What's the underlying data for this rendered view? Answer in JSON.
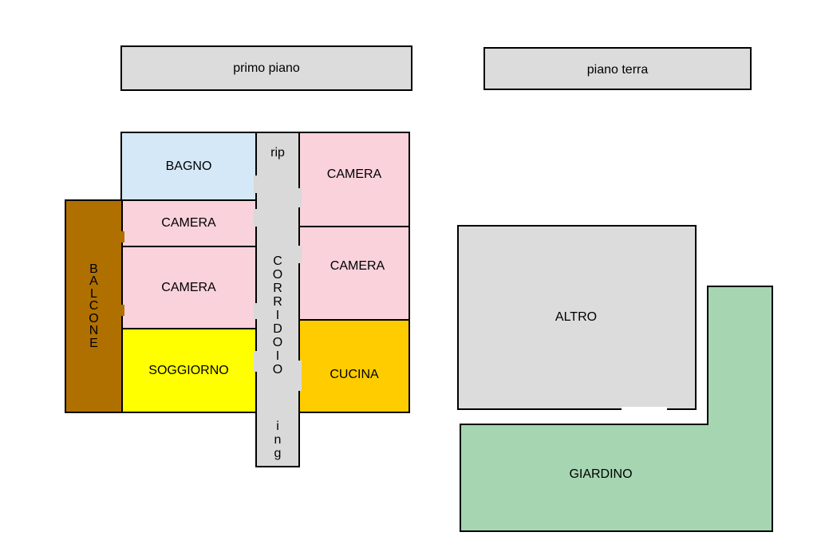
{
  "headers": {
    "first_floor": "primo piano",
    "ground_floor": "piano terra"
  },
  "rooms": {
    "bagno": "BAGNO",
    "camera_1": "CAMERA",
    "camera_2": "CAMERA",
    "camera_3": "CAMERA",
    "camera_4": "CAMERA",
    "soggiorno": "SOGGIORNO",
    "cucina": "CUCINA",
    "ripostiglio": "rip",
    "corridoio": "CORRIDOIO",
    "ingresso": "ing",
    "balcone": "BALCONE",
    "altro": "ALTRO",
    "giardino": "GIARDINO"
  },
  "colors": {
    "bagno": "#d4e8f7",
    "camera": "#f9d2dc",
    "soggiorno": "#ffff00",
    "cucina": "#ffcc00",
    "corridor": "#d9d9d9",
    "balcone": "#b07000",
    "altro": "#dcdcdc",
    "giardino": "#a6d5b2",
    "header": "#dcdcdc"
  }
}
